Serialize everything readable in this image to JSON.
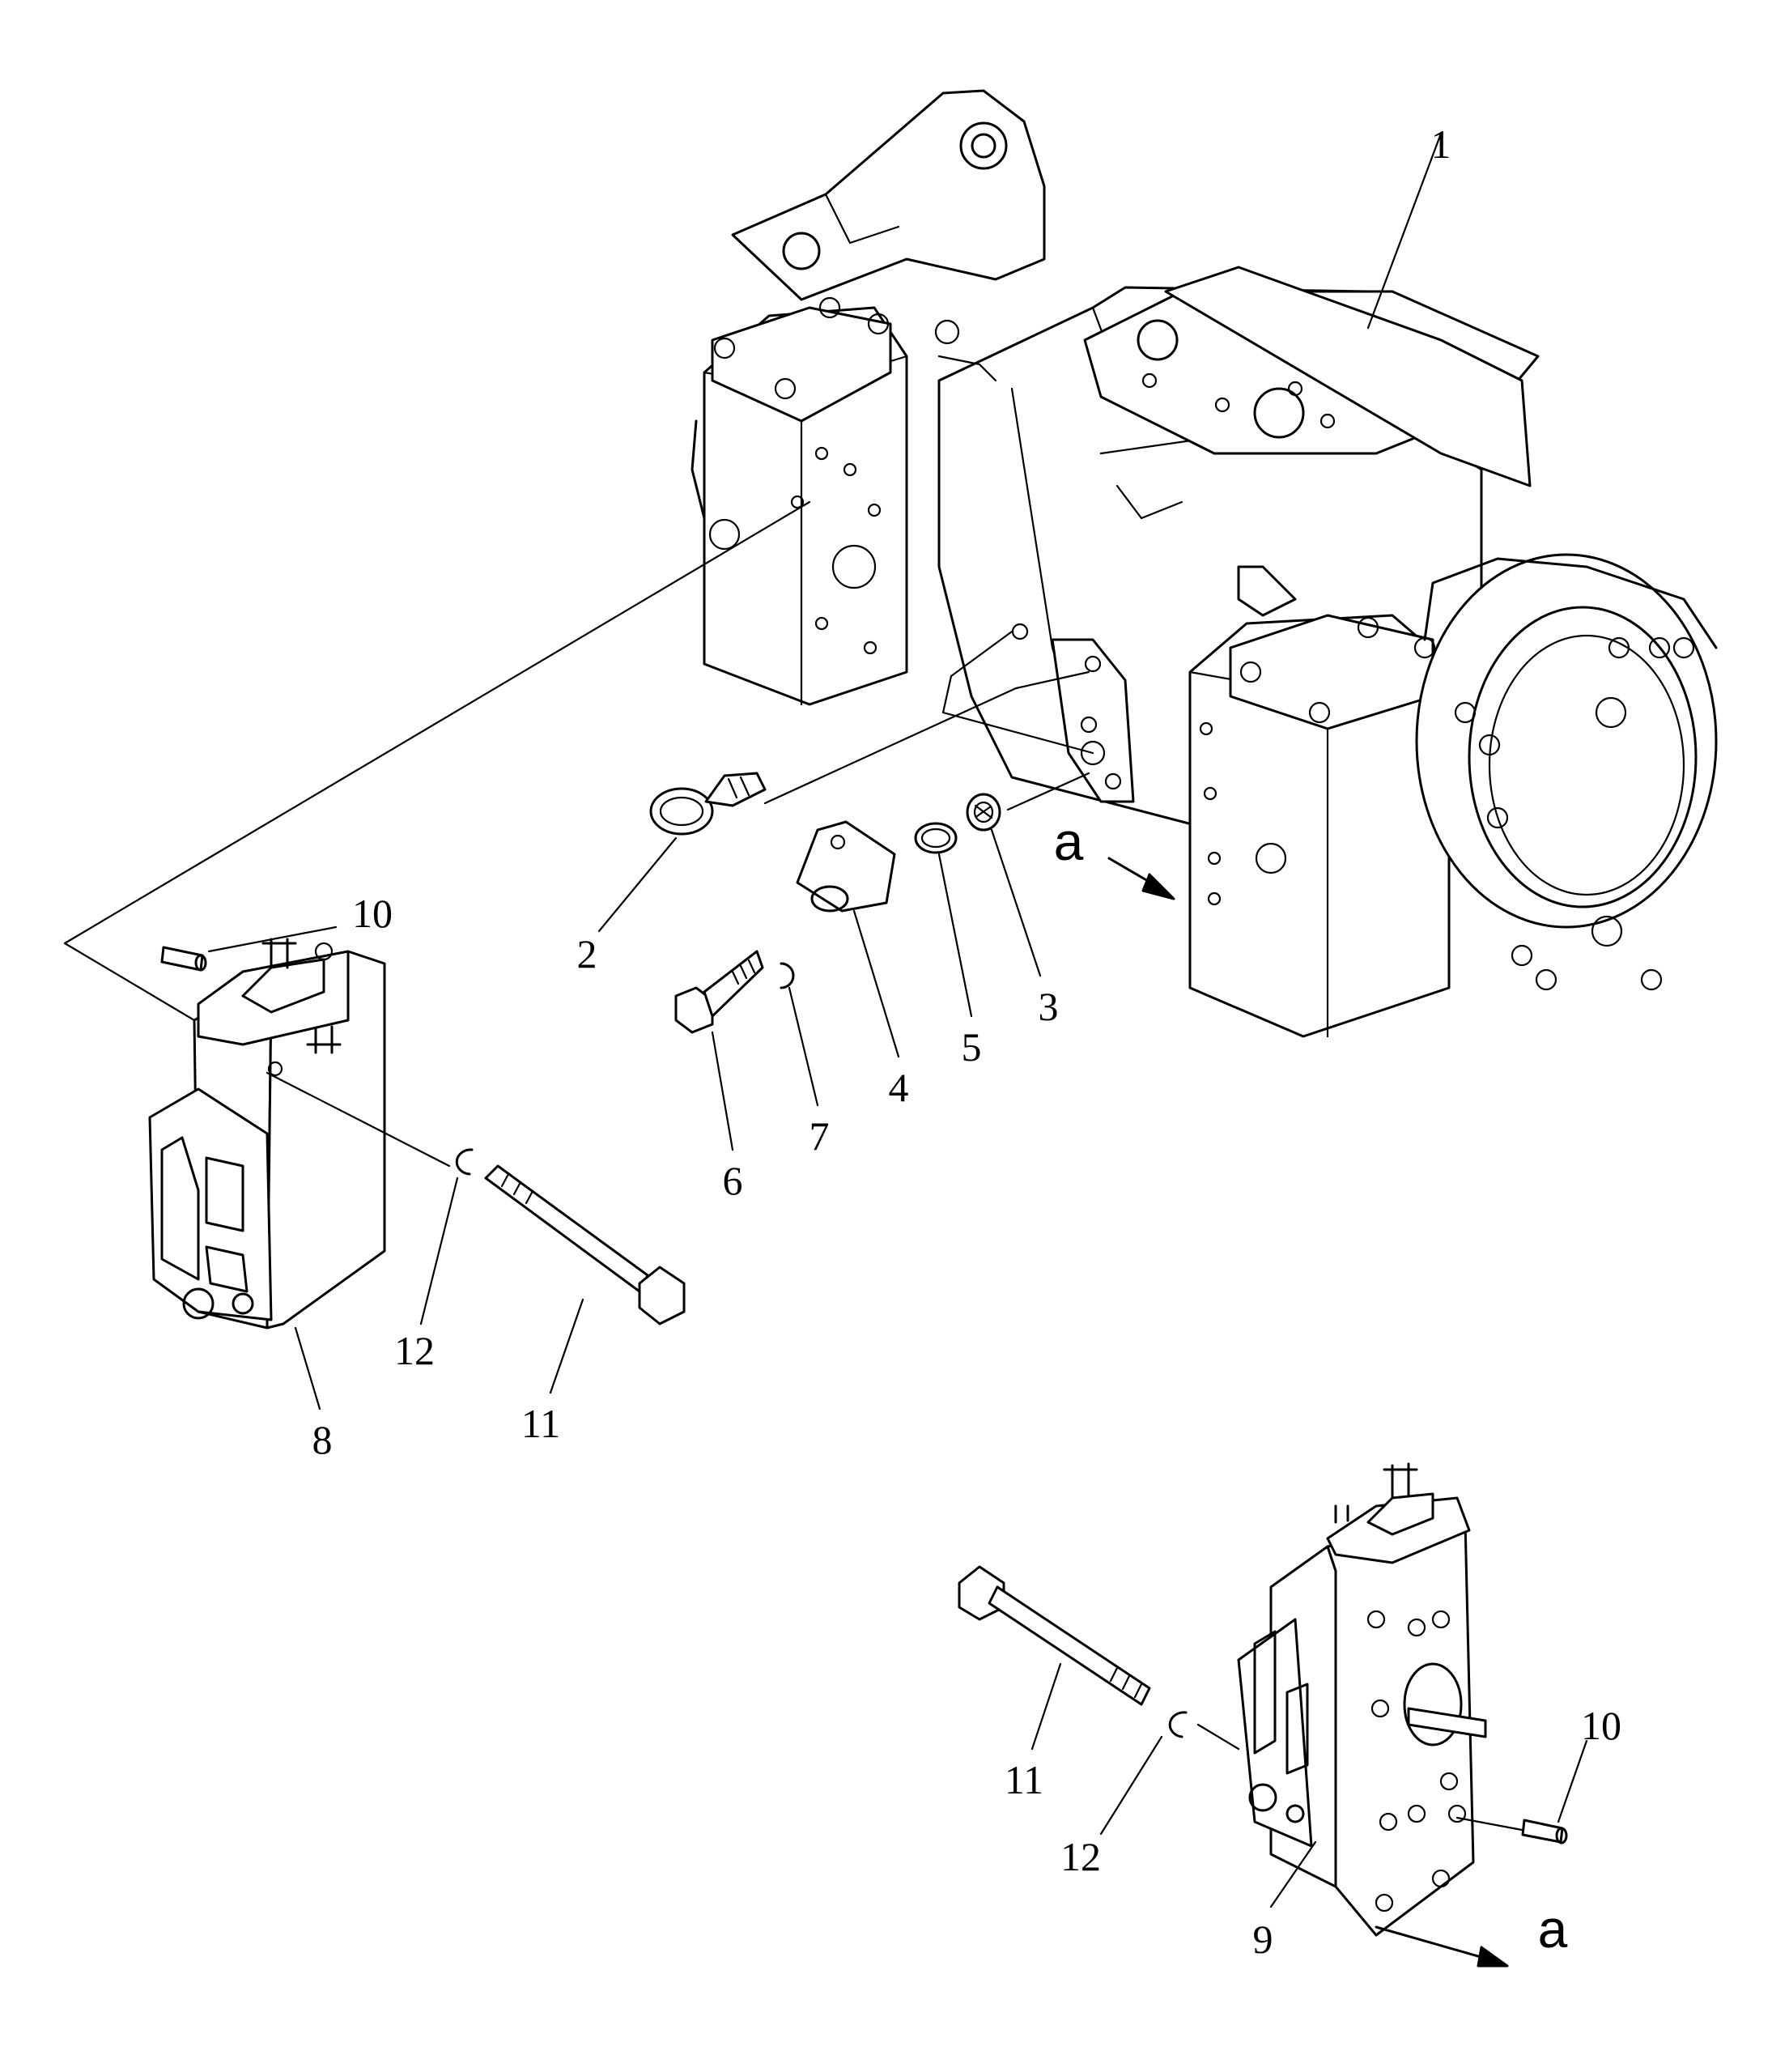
{
  "callouts": {
    "c1": "1",
    "c2": "2",
    "c3": "3",
    "c4": "4",
    "c5": "5",
    "c6": "6",
    "c7": "7",
    "c8": "8",
    "c9": "9",
    "c10_top": "10",
    "c10_bottom": "10",
    "c11_left": "11",
    "c11_right": "11",
    "c12_left": "12",
    "c12_right": "12"
  },
  "view_markers": {
    "top": "a",
    "bottom": "a"
  },
  "parts": [
    {
      "no": "1",
      "icon": "hydraulic-pump-assembly"
    },
    {
      "no": "2",
      "icon": "eye-bolt"
    },
    {
      "no": "3",
      "icon": "plug"
    },
    {
      "no": "4",
      "icon": "flange"
    },
    {
      "no": "5",
      "icon": "o-ring"
    },
    {
      "no": "6",
      "icon": "bolt"
    },
    {
      "no": "7",
      "icon": "washer"
    },
    {
      "no": "8",
      "icon": "valve-block"
    },
    {
      "no": "9",
      "icon": "valve-block"
    },
    {
      "no": "10",
      "icon": "pin"
    },
    {
      "no": "11",
      "icon": "long-bolt"
    },
    {
      "no": "12",
      "icon": "washer"
    }
  ]
}
